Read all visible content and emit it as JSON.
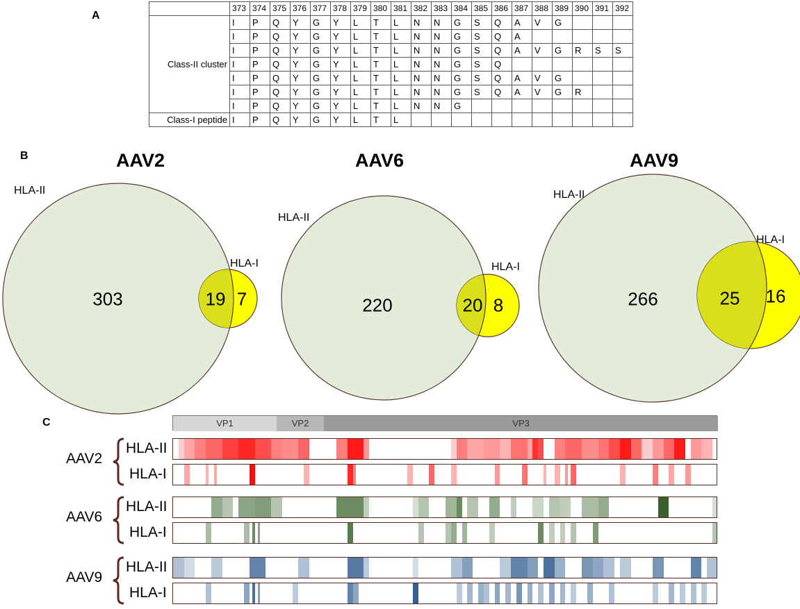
{
  "panels": {
    "a": "A",
    "b": "B",
    "c": "C"
  },
  "table": {
    "positions": [
      "373",
      "374",
      "375",
      "376",
      "377",
      "378",
      "379",
      "380",
      "381",
      "382",
      "383",
      "384",
      "385",
      "386",
      "387",
      "388",
      "389",
      "390",
      "391",
      "392"
    ],
    "rows": [
      {
        "label": "",
        "cells": [
          "I",
          "P",
          "Q",
          "Y",
          "G",
          "Y",
          "L",
          "T",
          "L",
          "N",
          "N",
          "G",
          "S",
          "Q",
          "A",
          "V",
          "G",
          "",
          "",
          ""
        ]
      },
      {
        "label": "",
        "cells": [
          "I",
          "P",
          "Q",
          "Y",
          "G",
          "Y",
          "L",
          "T",
          "L",
          "N",
          "N",
          "G",
          "S",
          "Q",
          "A",
          "",
          "",
          "",
          "",
          ""
        ]
      },
      {
        "label": "",
        "cells": [
          "I",
          "P",
          "Q",
          "Y",
          "G",
          "Y",
          "L",
          "T",
          "L",
          "N",
          "N",
          "G",
          "S",
          "Q",
          "A",
          "V",
          "G",
          "R",
          "S",
          "S"
        ]
      },
      {
        "label": "Class-II cluster",
        "cells": [
          "I",
          "P",
          "Q",
          "Y",
          "G",
          "Y",
          "L",
          "T",
          "L",
          "N",
          "N",
          "G",
          "S",
          "Q",
          "",
          "",
          "",
          "",
          "",
          ""
        ]
      },
      {
        "label": "",
        "cells": [
          "I",
          "P",
          "Q",
          "Y",
          "G",
          "Y",
          "L",
          "T",
          "L",
          "N",
          "N",
          "G",
          "S",
          "Q",
          "A",
          "V",
          "G",
          "",
          "",
          ""
        ]
      },
      {
        "label": "",
        "cells": [
          "I",
          "P",
          "Q",
          "Y",
          "G",
          "Y",
          "L",
          "T",
          "L",
          "N",
          "N",
          "G",
          "S",
          "Q",
          "A",
          "V",
          "G",
          "R",
          "",
          ""
        ]
      },
      {
        "label": "",
        "cells": [
          "I",
          "P",
          "Q",
          "Y",
          "G",
          "Y",
          "L",
          "T",
          "L",
          "N",
          "N",
          "G",
          "",
          "",
          "",
          "",
          "",
          "",
          "",
          ""
        ]
      },
      {
        "label": "Class-I peptide",
        "cells": [
          "I",
          "P",
          "Q",
          "Y",
          "G",
          "Y",
          "L",
          "T",
          "L",
          "",
          "",
          "",
          "",
          "",
          "",
          "",
          "",
          "",
          "",
          ""
        ]
      }
    ]
  },
  "venn": [
    {
      "title": "AAV2",
      "big_label": "HLA-II",
      "small_label": "HLA-I",
      "only_ii": "303",
      "overlap": "19",
      "only_i": "7"
    },
    {
      "title": "AAV6",
      "big_label": "HLA-II",
      "small_label": "HLA-I",
      "only_ii": "220",
      "overlap": "20",
      "only_i": "8"
    },
    {
      "title": "AAV9",
      "big_label": "HLA-II",
      "small_label": "HLA-I",
      "only_ii": "266",
      "overlap": "25",
      "only_i": "16"
    }
  ],
  "venn_colors": {
    "large_fill": "#e3ecd9",
    "small_fill": "#ffff00",
    "overlap_fill": "#d9e01a",
    "stroke": "#5a3a30"
  },
  "heatmap": {
    "regions": [
      {
        "label": "VP1",
        "from": 0,
        "to": 0.19,
        "color": "#d6d6d6"
      },
      {
        "label": "VP2",
        "from": 0.19,
        "to": 0.277,
        "color": "#b7b7b7"
      },
      {
        "label": "VP3",
        "from": 0.277,
        "to": 1,
        "color": "#9a9a9a"
      }
    ],
    "serotypes": [
      {
        "name": "AAV2",
        "color": "#ff0000",
        "tracks": [
          {
            "label": "HLA-II",
            "bands": [
              [
                0.01,
                0.02,
                0.2
              ],
              [
                0.02,
                0.04,
                0.35
              ],
              [
                0.04,
                0.06,
                0.5
              ],
              [
                0.06,
                0.09,
                0.6
              ],
              [
                0.09,
                0.12,
                0.75
              ],
              [
                0.12,
                0.15,
                0.85
              ],
              [
                0.15,
                0.18,
                0.7
              ],
              [
                0.18,
                0.2,
                0.5
              ],
              [
                0.2,
                0.23,
                0.45
              ],
              [
                0.23,
                0.25,
                0.6
              ],
              [
                0.3,
                0.32,
                0.5
              ],
              [
                0.32,
                0.35,
                0.9
              ],
              [
                0.35,
                0.36,
                0.4
              ],
              [
                0.51,
                0.52,
                0.2
              ],
              [
                0.52,
                0.54,
                0.5
              ],
              [
                0.54,
                0.57,
                0.35
              ],
              [
                0.57,
                0.6,
                0.4
              ],
              [
                0.6,
                0.62,
                0.3
              ],
              [
                0.62,
                0.65,
                0.55
              ],
              [
                0.65,
                0.67,
                0.35
              ],
              [
                0.66,
                0.68,
                0.7
              ],
              [
                0.7,
                0.72,
                0.5
              ],
              [
                0.72,
                0.75,
                0.6
              ],
              [
                0.75,
                0.78,
                0.45
              ],
              [
                0.78,
                0.8,
                0.55
              ],
              [
                0.8,
                0.82,
                0.7
              ],
              [
                0.82,
                0.84,
                0.9
              ],
              [
                0.84,
                0.86,
                0.6
              ],
              [
                0.86,
                0.88,
                0.2
              ],
              [
                0.88,
                0.9,
                0.4
              ],
              [
                0.9,
                0.92,
                0.6
              ],
              [
                0.92,
                0.94,
                0.9
              ],
              [
                0.95,
                0.97,
                0.4
              ],
              [
                0.97,
                0.99,
                0.3
              ]
            ]
          },
          {
            "label": "HLA-I",
            "bands": [
              [
                0.02,
                0.03,
                0.35
              ],
              [
                0.06,
                0.065,
                0.3
              ],
              [
                0.075,
                0.08,
                0.35
              ],
              [
                0.14,
                0.15,
                0.95
              ],
              [
                0.24,
                0.25,
                0.3
              ],
              [
                0.32,
                0.33,
                0.85
              ],
              [
                0.33,
                0.335,
                0.5
              ],
              [
                0.43,
                0.44,
                0.3
              ],
              [
                0.47,
                0.48,
                0.6
              ],
              [
                0.51,
                0.52,
                0.3
              ],
              [
                0.59,
                0.6,
                0.4
              ],
              [
                0.64,
                0.65,
                0.55
              ],
              [
                0.68,
                0.685,
                0.3
              ],
              [
                0.7,
                0.71,
                0.3
              ],
              [
                0.72,
                0.725,
                0.4
              ],
              [
                0.73,
                0.74,
                0.6
              ],
              [
                0.82,
                0.83,
                0.3
              ],
              [
                0.88,
                0.89,
                0.5
              ],
              [
                0.91,
                0.92,
                0.35
              ],
              [
                0.94,
                0.95,
                0.4
              ]
            ]
          }
        ]
      },
      {
        "name": "AAV6",
        "color": "#2d5a1f",
        "tracks": [
          {
            "label": "HLA-II",
            "bands": [
              [
                0.07,
                0.09,
                0.5
              ],
              [
                0.09,
                0.11,
                0.35
              ],
              [
                0.12,
                0.15,
                0.55
              ],
              [
                0.15,
                0.18,
                0.6
              ],
              [
                0.18,
                0.2,
                0.35
              ],
              [
                0.3,
                0.35,
                0.7
              ],
              [
                0.35,
                0.36,
                0.3
              ],
              [
                0.44,
                0.45,
                0.2
              ],
              [
                0.45,
                0.47,
                0.35
              ],
              [
                0.5,
                0.52,
                0.45
              ],
              [
                0.52,
                0.53,
                0.7
              ],
              [
                0.54,
                0.56,
                0.35
              ],
              [
                0.58,
                0.6,
                0.5
              ],
              [
                0.62,
                0.63,
                0.3
              ],
              [
                0.66,
                0.68,
                0.25
              ],
              [
                0.69,
                0.71,
                0.35
              ],
              [
                0.71,
                0.73,
                0.3
              ],
              [
                0.75,
                0.78,
                0.4
              ],
              [
                0.78,
                0.8,
                0.5
              ],
              [
                0.89,
                0.91,
                0.95
              ],
              [
                0.99,
                1,
                0.2
              ]
            ]
          },
          {
            "label": "HLA-I",
            "bands": [
              [
                0.06,
                0.07,
                0.4
              ],
              [
                0.13,
                0.14,
                0.4
              ],
              [
                0.145,
                0.15,
                0.7
              ],
              [
                0.155,
                0.16,
                0.55
              ],
              [
                0.32,
                0.33,
                0.8
              ],
              [
                0.45,
                0.46,
                0.35
              ],
              [
                0.5,
                0.51,
                0.35
              ],
              [
                0.51,
                0.52,
                0.5
              ],
              [
                0.53,
                0.54,
                0.45
              ],
              [
                0.58,
                0.59,
                0.3
              ],
              [
                0.67,
                0.68,
                0.7
              ],
              [
                0.69,
                0.7,
                0.3
              ],
              [
                0.71,
                0.72,
                0.3
              ],
              [
                0.73,
                0.74,
                0.35
              ],
              [
                0.77,
                0.78,
                0.6
              ],
              [
                0.99,
                1,
                0.35
              ]
            ]
          }
        ]
      },
      {
        "name": "AAV9",
        "color": "#1f4e86",
        "tracks": [
          {
            "label": "HLA-II",
            "bands": [
              [
                0.0,
                0.02,
                0.35
              ],
              [
                0.02,
                0.04,
                0.2
              ],
              [
                0.07,
                0.09,
                0.3
              ],
              [
                0.14,
                0.17,
                0.7
              ],
              [
                0.23,
                0.25,
                0.35
              ],
              [
                0.32,
                0.35,
                0.75
              ],
              [
                0.35,
                0.36,
                0.3
              ],
              [
                0.44,
                0.45,
                0.2
              ],
              [
                0.51,
                0.53,
                0.35
              ],
              [
                0.53,
                0.55,
                0.55
              ],
              [
                0.6,
                0.62,
                0.3
              ],
              [
                0.62,
                0.65,
                0.7
              ],
              [
                0.65,
                0.67,
                0.55
              ],
              [
                0.68,
                0.7,
                0.8
              ],
              [
                0.7,
                0.72,
                0.45
              ],
              [
                0.75,
                0.77,
                0.6
              ],
              [
                0.77,
                0.79,
                0.5
              ],
              [
                0.79,
                0.81,
                0.35
              ],
              [
                0.82,
                0.84,
                0.3
              ],
              [
                0.88,
                0.9,
                0.6
              ],
              [
                0.95,
                0.97,
                0.7
              ],
              [
                0.98,
                1,
                0.35
              ]
            ]
          },
          {
            "label": "HLA-I",
            "bands": [
              [
                0.06,
                0.07,
                0.35
              ],
              [
                0.13,
                0.14,
                0.5
              ],
              [
                0.145,
                0.15,
                0.8
              ],
              [
                0.155,
                0.16,
                0.55
              ],
              [
                0.22,
                0.23,
                0.3
              ],
              [
                0.32,
                0.33,
                0.7
              ],
              [
                0.33,
                0.34,
                0.5
              ],
              [
                0.44,
                0.45,
                0.9
              ],
              [
                0.52,
                0.53,
                0.3
              ],
              [
                0.54,
                0.55,
                0.4
              ],
              [
                0.56,
                0.57,
                0.45
              ],
              [
                0.57,
                0.58,
                0.35
              ],
              [
                0.59,
                0.6,
                0.5
              ],
              [
                0.61,
                0.62,
                0.4
              ],
              [
                0.63,
                0.64,
                0.6
              ],
              [
                0.65,
                0.66,
                0.45
              ],
              [
                0.67,
                0.68,
                0.35
              ],
              [
                0.69,
                0.7,
                0.5
              ],
              [
                0.71,
                0.72,
                0.4
              ],
              [
                0.73,
                0.74,
                0.3
              ],
              [
                0.76,
                0.77,
                0.45
              ],
              [
                0.8,
                0.81,
                0.35
              ],
              [
                0.88,
                0.89,
                0.3
              ],
              [
                0.91,
                0.92,
                0.4
              ],
              [
                0.93,
                0.94,
                0.3
              ],
              [
                0.95,
                0.96,
                0.35
              ],
              [
                0.97,
                0.98,
                0.3
              ]
            ]
          }
        ]
      }
    ]
  }
}
